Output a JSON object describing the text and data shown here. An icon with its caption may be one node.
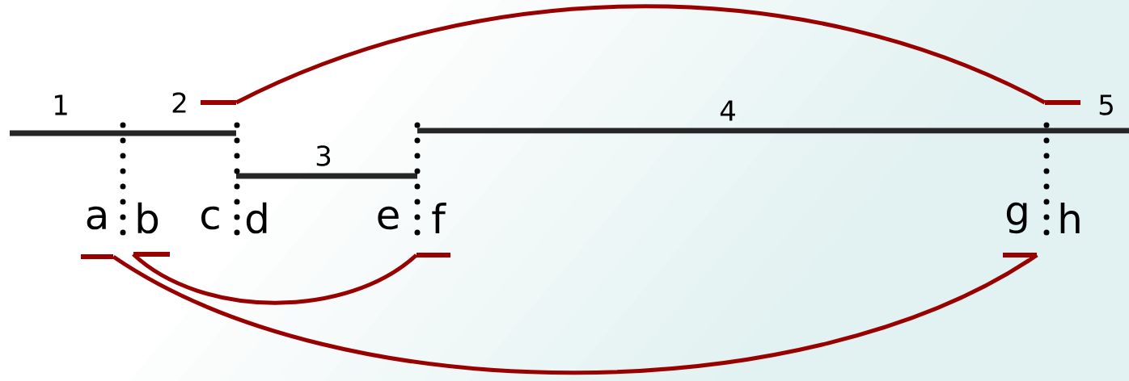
{
  "diagram": {
    "nodes": [
      {
        "text": [],
        "shape": "bar"
      },
      {
        "text": [],
        "shape": "bar"
      },
      {
        "text": [],
        "shape": "bar"
      },
      {
        "text": [],
        "shape": "bar"
      },
      {
        "text": [],
        "shape": "bar"
      },
      {
        "text": [],
        "shape": "bar"
      }
    ],
    "edges": [
      {
        "from": 0,
        "to": 1,
        "arrow": "none"
      },
      {
        "from": 2,
        "to": 5,
        "arrow": "none"
      },
      {
        "from": 3,
        "to": 4,
        "arrow": "none"
      }
    ],
    "labels": [
      "1",
      "2",
      "4",
      "5",
      "3",
      "a",
      "b",
      "c",
      "d",
      "e",
      "f",
      "g",
      "h"
    ]
  }
}
